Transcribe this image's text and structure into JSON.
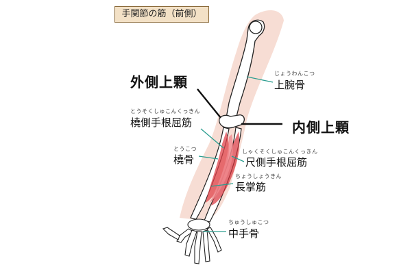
{
  "title": "手関節の筋（前側）",
  "labels": {
    "lateral_epicondyle": "外側上顆",
    "medial_epicondyle": "内側上顆",
    "humerus": {
      "name": "上腕骨",
      "ruby": "じょうわんこつ"
    },
    "fcr": {
      "name": "橈側手根屈筋",
      "ruby": "とうそくしゅこんくっきん"
    },
    "radius": {
      "name": "橈骨",
      "ruby": "とうこつ"
    },
    "fcu": {
      "name": "尺側手根屈筋",
      "ruby": "しゃくそくしゅこんくっきん"
    },
    "palmaris_longus": {
      "name": "長掌筋",
      "ruby": "ちょうしょうきん"
    },
    "metacarpals": {
      "name": "中手骨",
      "ruby": "ちゅうしゅこつ"
    }
  },
  "colors": {
    "leader_line": "#2a9d8f",
    "pointer_line": "#111111",
    "skin": "#f6d9cf",
    "muscle": "#e0434b",
    "bone_outline": "#222222",
    "title_bg": "#f3e1c6"
  }
}
